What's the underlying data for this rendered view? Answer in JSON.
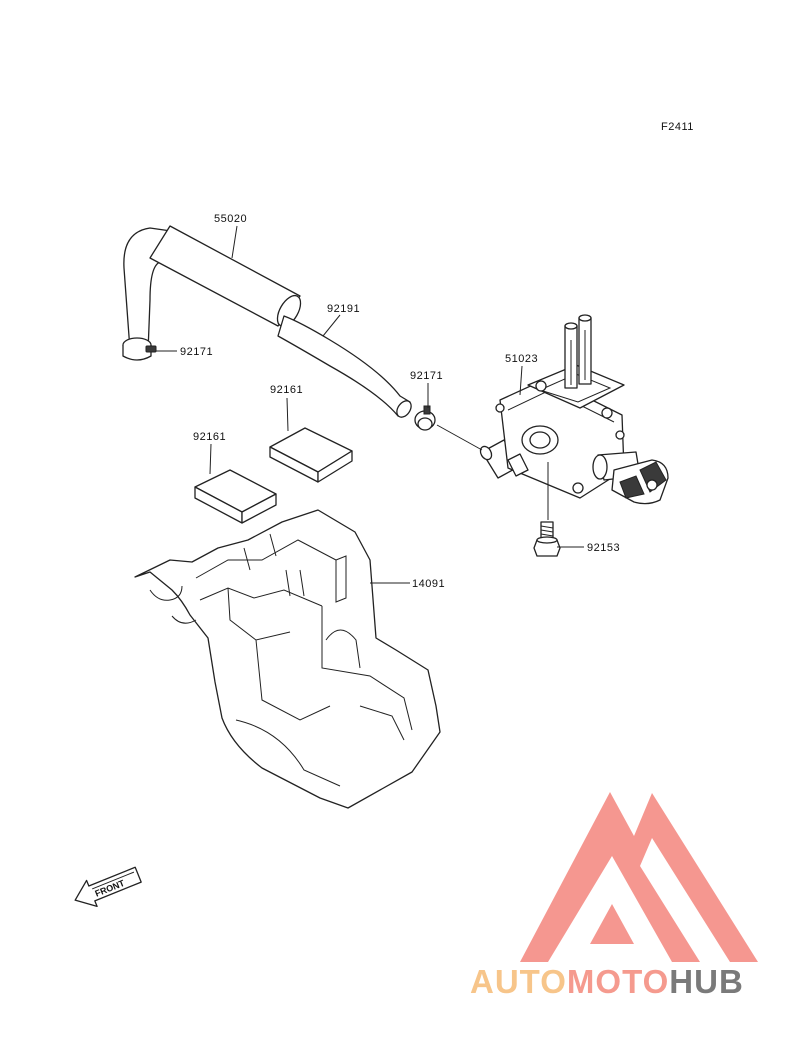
{
  "figure_code": "F2411",
  "parts": {
    "hose_outer": "55020",
    "hose_inner": "92191",
    "clamp_left": "92171",
    "clamp_right": "92171",
    "pad_upper": "92161",
    "pad_lower": "92161",
    "fuel_cock": "51023",
    "bolt": "92153",
    "bracket": "14091"
  },
  "front_arrow": "FRONT",
  "watermark": {
    "part1": "AUTO",
    "part2": "MOTO",
    "part3": "HUB",
    "colors": {
      "auto": "#f7c58a",
      "moto": "#f59a8e",
      "hub": "#7a7a7a",
      "triangle": "#f48c84"
    }
  }
}
